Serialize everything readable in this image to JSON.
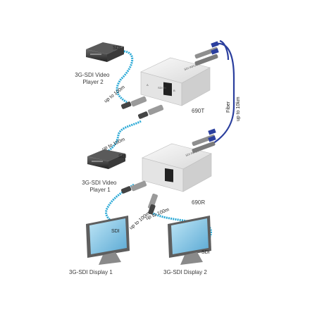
{
  "colors": {
    "cable": "#2aa9d6",
    "cable_dark": "#1b7fa6",
    "fiber": "#2b3f9e",
    "device_light": "#f2f2f2",
    "device_mid": "#d6d6d6",
    "device_dark": "#a9a9a9",
    "player_dark": "#2f2f2f",
    "text": "#3a3a3a"
  },
  "devices": {
    "player2_label": [
      "3G-SDI Video",
      "Player 2"
    ],
    "player1_label": [
      "3G-SDI Video",
      "Player 1"
    ],
    "transmitter_label": "690T",
    "receiver_label": "690R",
    "display1_label": "3G-SDI Display 1",
    "display2_label": "3G-SDI Display 2",
    "box_face_text": "SDI INPUT",
    "box_port_a": "A",
    "box_port_b": "B",
    "box_port_mid": "SDI IN"
  },
  "cables": {
    "sdi_tag": "SDI",
    "length_100m": "up to 100m",
    "fiber_tag": "Fiber",
    "fiber_length": "up to 10km"
  }
}
